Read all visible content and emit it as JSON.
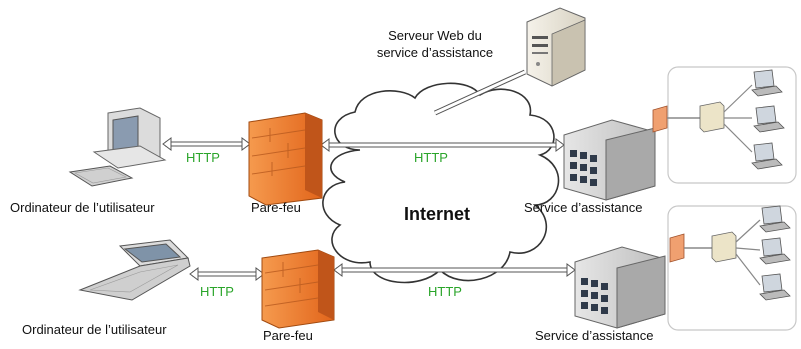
{
  "labels": {
    "web_server": "Serveur Web du\nservice d’assistance",
    "web_server_line1": "Serveur Web du",
    "web_server_line2": "service d’assistance",
    "user_computer_top": "Ordinateur de l’utilisateur",
    "firewall_top": "Pare-feu",
    "service_top": "Service d’assistance",
    "user_computer_bottom": "Ordinateur de l’utilisateur",
    "firewall_bottom": "Pare-feu",
    "service_bottom": "Service d’assistance",
    "internet": "Internet"
  },
  "http": {
    "top_left": "HTTP",
    "top_right": "HTTP",
    "bottom_left": "HTTP",
    "bottom_right": "HTTP"
  },
  "colors": {
    "firewall": "#f07a2c",
    "http_text": "#2aa52a",
    "cloud_stroke": "#333333"
  },
  "icons": [
    "desktop-computer-icon",
    "laptop-icon",
    "firewall-icon",
    "server-tower-icon",
    "office-building-icon",
    "cloud-icon",
    "router-icon",
    "workstation-icon"
  ]
}
